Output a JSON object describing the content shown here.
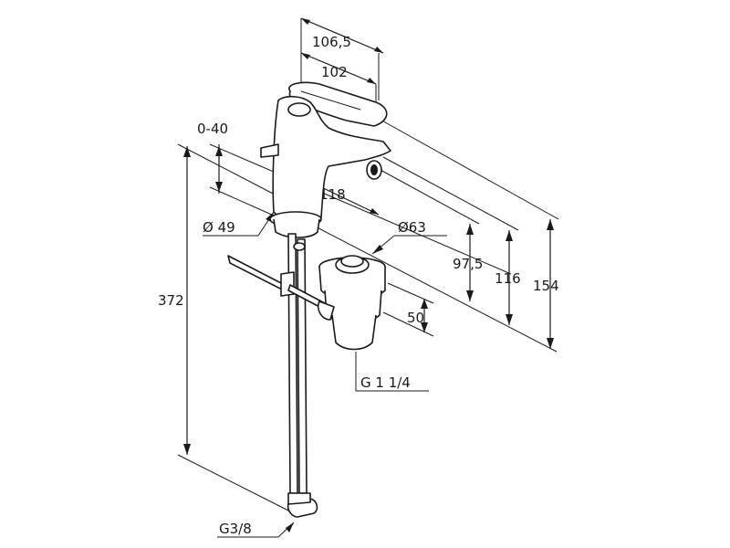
{
  "dimensions": {
    "spout_reach_outer": "106,5",
    "spout_reach_inner": "102",
    "base_offset": "118",
    "lift_rod_range": "0-40",
    "base_diameter": "Ø 49",
    "drain_diameter": "Ø63",
    "spout_height": "97,5",
    "mid_height": "116",
    "total_height": "154",
    "drain_height": "50",
    "drain_thread": "G 1 1/4",
    "overall_length": "372",
    "hose_thread": "G3/8"
  }
}
